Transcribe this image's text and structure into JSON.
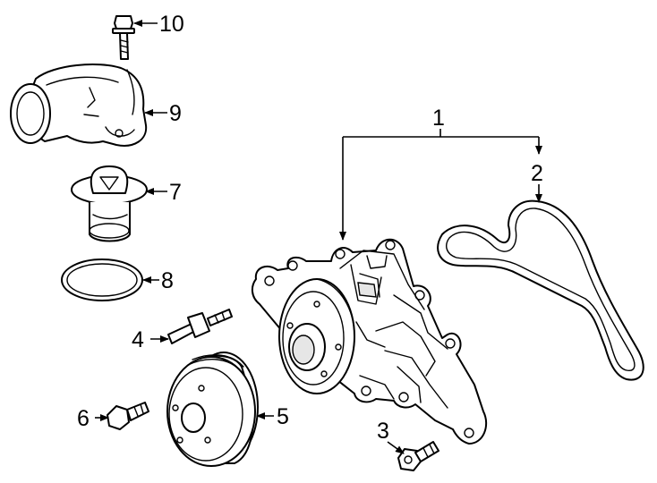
{
  "colors": {
    "line": "#000000",
    "fill": "#ffffff",
    "shade": "#e6e6e6"
  },
  "callouts": [
    {
      "id": "1",
      "text": "1"
    },
    {
      "id": "2",
      "text": "2"
    },
    {
      "id": "3",
      "text": "3"
    },
    {
      "id": "4",
      "text": "4"
    },
    {
      "id": "5",
      "text": "5"
    },
    {
      "id": "6",
      "text": "6"
    },
    {
      "id": "7",
      "text": "7"
    },
    {
      "id": "8",
      "text": "8"
    },
    {
      "id": "9",
      "text": "9"
    },
    {
      "id": "10",
      "text": "10"
    }
  ]
}
